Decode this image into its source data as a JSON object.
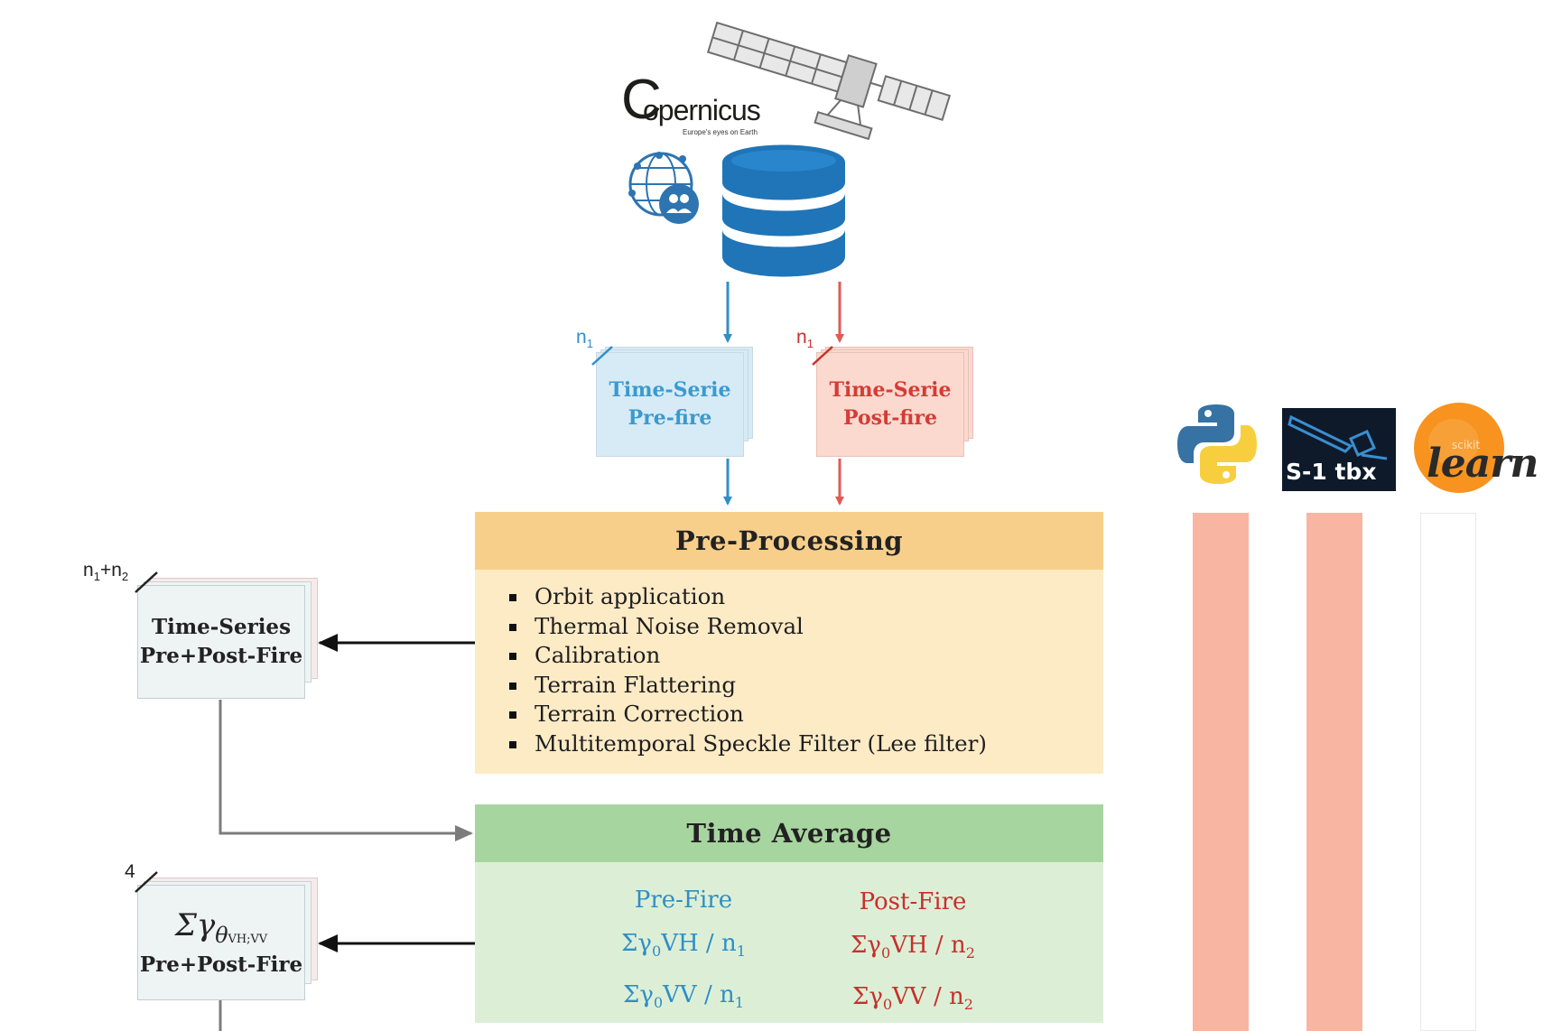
{
  "logos": {
    "copernicus_name": "opernicus",
    "copernicus_initial": "C",
    "copernicus_tagline": "Europe's eyes on Earth",
    "python_icon": "python-logo",
    "snap_label": "S-1 tbx",
    "sklearn_small": "scikit",
    "sklearn_big": "learn"
  },
  "stacks": {
    "pre_fire": {
      "lines": [
        "Time-Serie",
        "Pre-fire"
      ],
      "count": "n",
      "count_sub": "1"
    },
    "post_fire": {
      "lines": [
        "Time-Serie",
        "Post-fire"
      ],
      "count": "n",
      "count_sub": "1"
    },
    "combined": {
      "lines": [
        "Time-Series",
        "Pre+Post-Fire"
      ],
      "count_html": "n1+n2"
    },
    "sigma": {
      "symbol": "Σγ",
      "sub1": "θ",
      "sub2": "VH;VV",
      "line2": "Pre+Post-Fire",
      "count": "4"
    }
  },
  "preprocessing": {
    "title": "Pre-Processing",
    "steps": [
      "Orbit application",
      "Thermal Noise Removal",
      "Calibration",
      "Terrain Flattering",
      "Terrain Correction",
      "Multitemporal Speckle Filter (Lee filter)"
    ]
  },
  "time_average": {
    "title": "Time Average",
    "pre_fire": {
      "label": "Pre-Fire",
      "vh": "Σγ",
      "vh_sub": "0",
      "vh_pol": "VH / n",
      "vh_n": "1",
      "vv_pol": "VV / n",
      "vv_n": "1"
    },
    "post_fire": {
      "label": "Post-Fire",
      "vh": "Σγ",
      "vh_sub": "0",
      "vh_pol": "VH / n",
      "vh_n": "2",
      "vv_pol": "VV / n",
      "vv_n": "2"
    }
  },
  "colors": {
    "blue": "#2f8fc6",
    "red": "#e05a55",
    "pre_box": "#d6ebf6",
    "post_box": "#fbd9cf",
    "grey_box": "#eef3f4",
    "pp_head": "#f8cf8a",
    "pp_body": "#fdebc6",
    "ta_head": "#a7d59f",
    "ta_body": "#dcefd6",
    "bar": "#f8b5a2"
  },
  "tool_bars": [
    {
      "tool": "python",
      "active": true
    },
    {
      "tool": "snap",
      "active": true
    },
    {
      "tool": "sklearn",
      "active": false
    }
  ]
}
